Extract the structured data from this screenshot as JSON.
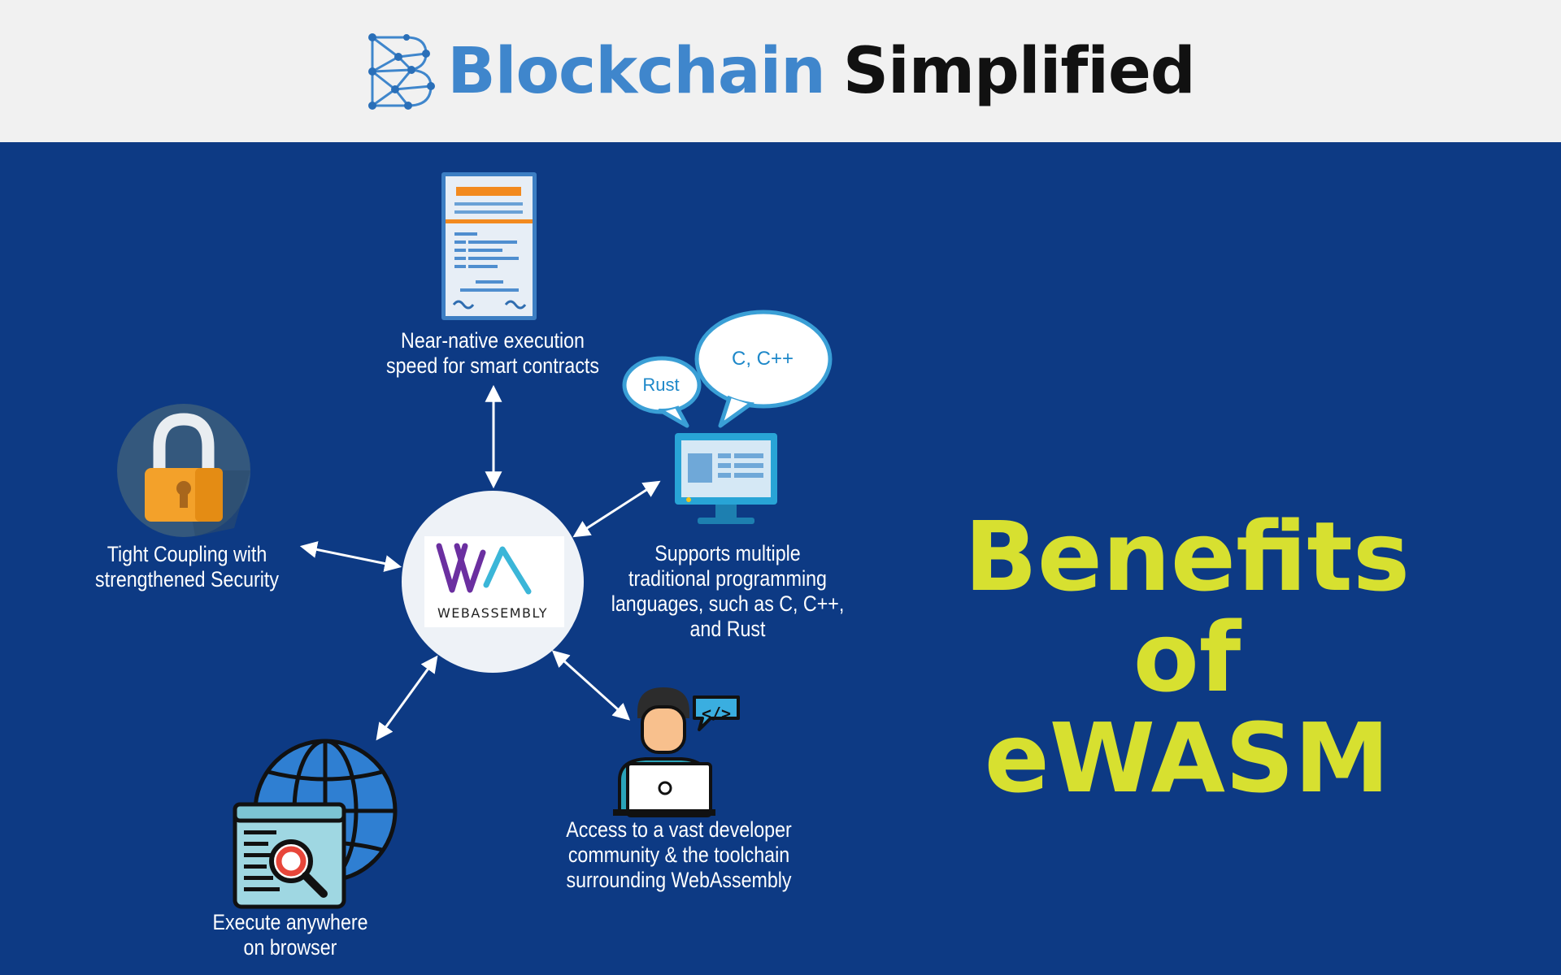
{
  "brand": {
    "word1": "Blockchain",
    "word2": "Simplified"
  },
  "title": {
    "line1": "Benefits of",
    "line2": "eWASM"
  },
  "center": {
    "logo_text": "WEBASSEMBLY"
  },
  "benefits": {
    "speed": {
      "line1": "Near-native execution",
      "line2": "speed for smart contracts"
    },
    "security": {
      "line1": "Tight Coupling with",
      "line2": "strengthened Security"
    },
    "languages": {
      "line1": "Supports multiple",
      "line2": "traditional programming",
      "line3": "languages, such as C, C++,",
      "line4": "and Rust",
      "bubble_small": "Rust",
      "bubble_large": "C, C++"
    },
    "community": {
      "line1": "Access to a vast developer",
      "line2": "community & the toolchain",
      "line3": "surrounding WebAssembly",
      "code_tag": "</>"
    },
    "browser": {
      "line1": "Execute anywhere",
      "line2": "on browser"
    }
  },
  "colors": {
    "background": "#0d3a84",
    "header": "#f1f1f1",
    "title": "#d7e030",
    "brand_blue": "#3f86cc",
    "orange": "#f3a12a"
  }
}
